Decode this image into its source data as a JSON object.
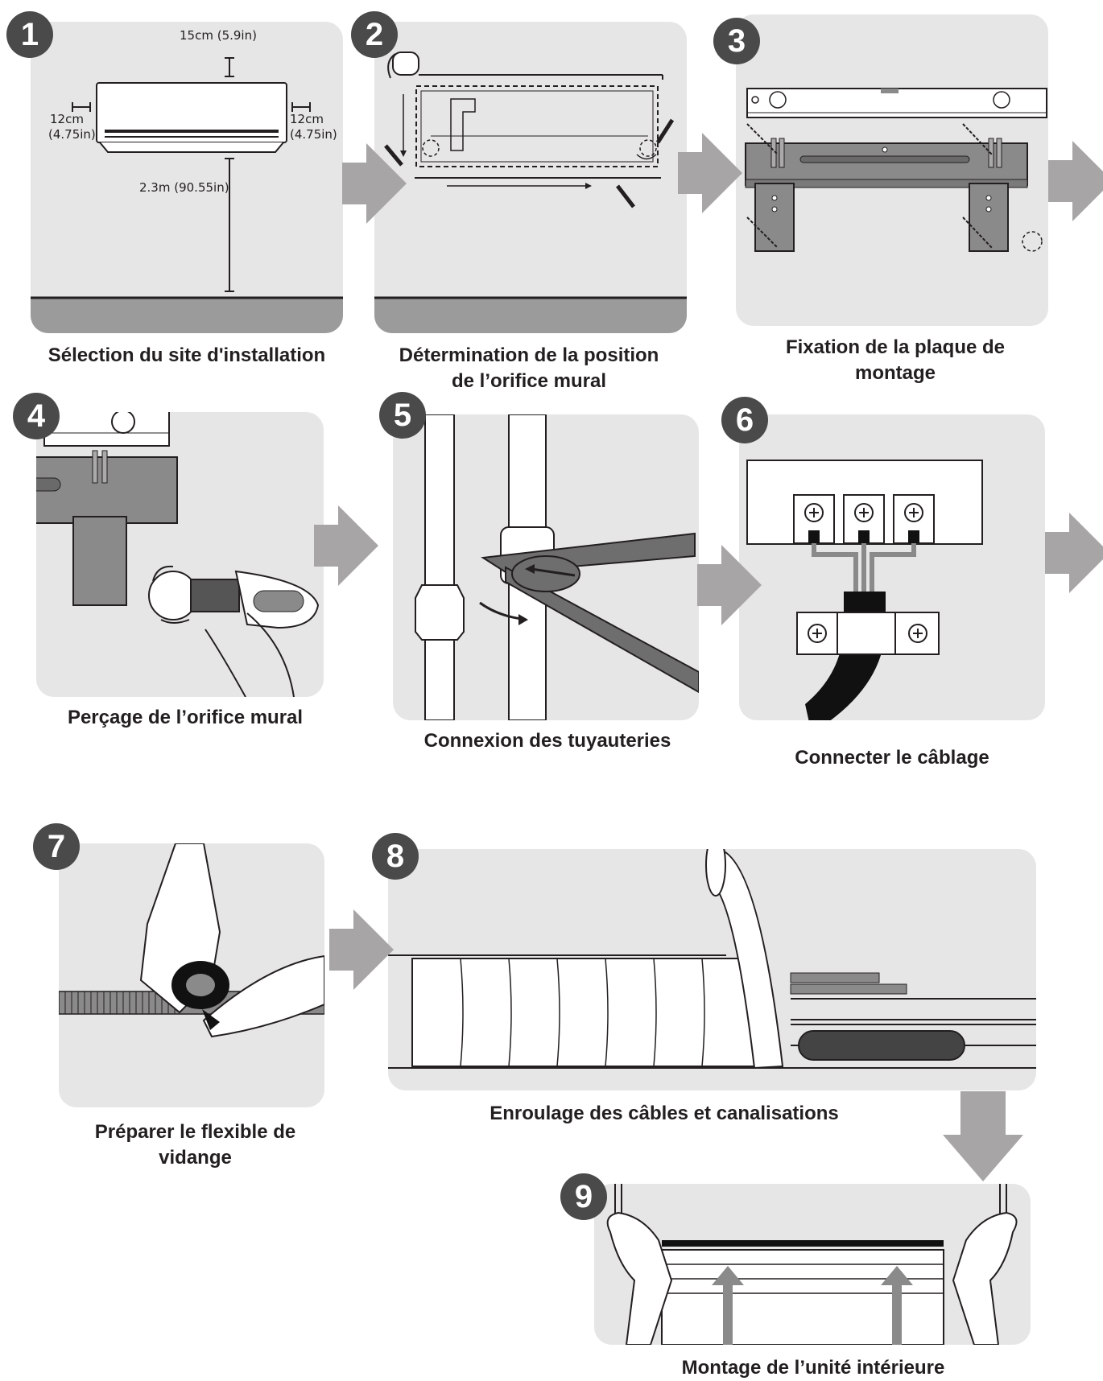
{
  "steps": [
    {
      "number": "1",
      "caption_lines": [
        "Sélection du site d'installation"
      ]
    },
    {
      "number": "2",
      "caption_lines": [
        "Détermination de la position",
        "de l’orifice mural"
      ]
    },
    {
      "number": "3",
      "caption_lines": [
        "Fixation de la plaque de",
        "montage"
      ]
    },
    {
      "number": "4",
      "caption_lines": [
        "Perçage de l’orifice mural"
      ]
    },
    {
      "number": "5",
      "caption_lines": [
        "Connexion des tuyauteries"
      ]
    },
    {
      "number": "6",
      "caption_lines": [
        "Connecter le câblage"
      ]
    },
    {
      "number": "7",
      "caption_lines": [
        "Préparer le flexible de",
        "vidange"
      ]
    },
    {
      "number": "8",
      "caption_lines": [
        "Enroulage des câbles et canalisations"
      ]
    },
    {
      "number": "9",
      "caption_lines": [
        "Montage de l’unité intérieure"
      ]
    }
  ],
  "dimensions": {
    "top": "15cm (5.9in)",
    "left_line1": "12cm",
    "left_line2": "(4.75in)",
    "right_line1": "12cm",
    "right_line2": "(4.75in)",
    "floor": "2.3m (90.55in)"
  },
  "colors": {
    "panel": "#e6e6e6",
    "badge": "#4a4a4a",
    "arrow": "#a7a5a6",
    "floor": "#9b9b9b",
    "metal": "#8a8a8a"
  }
}
